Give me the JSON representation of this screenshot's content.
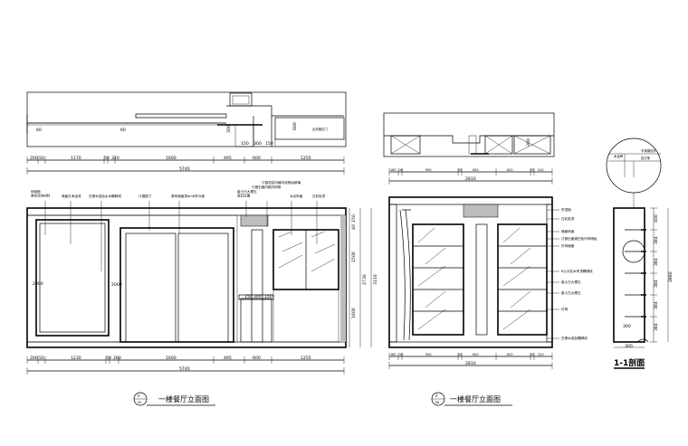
{
  "top_plan": {
    "upper_dims": [
      "150",
      "300",
      "150"
    ],
    "side_dims": [
      "300",
      "600"
    ],
    "plan_marks": [
      "60",
      "60"
    ],
    "note_label": "合页推拉门",
    "lower_dims": [
      "200",
      "50",
      "1170",
      "50",
      "320",
      "1600",
      "495",
      "600",
      "1255"
    ],
    "total": "5740"
  },
  "elevation_a": {
    "annotations": [
      "地毯面\n原有花饰材料",
      "墙面艺术油漆",
      "白橡木成品水木踢脚线",
      "订做推门",
      "原有墙面漆bm8号与墙",
      "爵士白大理石\n宽后位置",
      "订做石面内框内饰物",
      "订做花纹内格内线喷绘玻璃",
      "冰点饰面",
      "白乳胶漆"
    ],
    "left_dims": [
      "2000",
      "2000"
    ],
    "inner_dims": [
      "150",
      "300",
      "150"
    ],
    "right_dims": [
      "1500",
      "1600",
      "2730",
      "3110",
      "150",
      "40"
    ],
    "bottom_dims": [
      "200",
      "50",
      "1230",
      "50",
      "260",
      "1600",
      "495",
      "600",
      "1255"
    ],
    "total": "5740"
  },
  "plan_b": {
    "dims": [
      "180",
      "50",
      "950",
      "50",
      "630",
      "620",
      "50",
      "310"
    ],
    "side_dim": "300",
    "total": "2810"
  },
  "elevation_b": {
    "annotations": [
      "吊顶面",
      "白乳胶漆",
      "墙面饰面",
      "订做石面铜白色内饰喷绘",
      "外饰墙面",
      "6公分实木吊顶踢脚线",
      "爵士白大理石",
      "爵士白大理石",
      "灯带",
      "白橡木成品踢脚线"
    ],
    "bottom_dims": [
      "180",
      "50",
      "950",
      "50",
      "630",
      "620",
      "50",
      "310"
    ],
    "total": "2810"
  },
  "section": {
    "top_labels": [
      "木龙骨",
      "不锈钢挂件",
      "铝方条"
    ],
    "dims": [
      "400",
      "384",
      "384",
      "384",
      "384",
      "384",
      "300"
    ],
    "bottom_dim": "300",
    "height": "2880",
    "title": "1-1剖面"
  },
  "titles": [
    {
      "badge_top": "IF",
      "badge_bottom": "05",
      "text": "一楼餐厅立面图"
    },
    {
      "badge_top": "IF",
      "badge_bottom": "06",
      "text": "一楼餐厅立面图"
    }
  ]
}
